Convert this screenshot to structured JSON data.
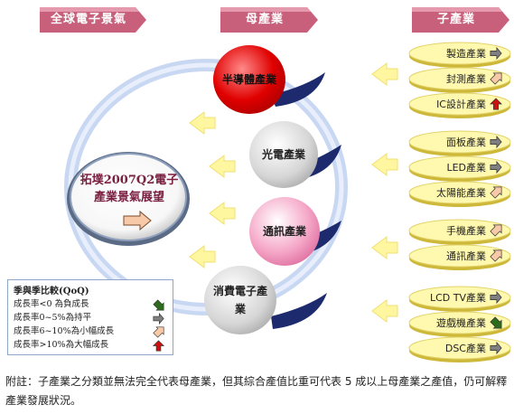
{
  "headers": {
    "global": "全球電子景氣",
    "mother": "母產業",
    "child": "子產業"
  },
  "center": {
    "title_line1": "拓墣2007Q2電子",
    "title_line2": "產業景氣展望"
  },
  "mother_industries": [
    {
      "label": "半導體產業",
      "color": "#cc0000"
    },
    {
      "label": "光電產業",
      "color": "#9a9a9a"
    },
    {
      "label": "通訊產業",
      "color": "#e0508a"
    },
    {
      "label": "消費電子產業",
      "color": "#9a9a9a"
    }
  ],
  "sub_industries": [
    {
      "label": "製造產業",
      "trend": "flat"
    },
    {
      "label": "封測產業",
      "trend": "small-growth"
    },
    {
      "label": "IC設計產業",
      "trend": "large-growth"
    },
    {
      "label": "面板產業",
      "trend": "flat"
    },
    {
      "label": "LED產業",
      "trend": "flat"
    },
    {
      "label": "太陽能產業",
      "trend": "small-growth"
    },
    {
      "label": "手機產業",
      "trend": "small-growth"
    },
    {
      "label": "通訊產業",
      "trend": "small-growth"
    },
    {
      "label": "LCD TV產業",
      "trend": "flat"
    },
    {
      "label": "遊戲機產業",
      "trend": "negative"
    },
    {
      "label": "DSC產業",
      "trend": "flat"
    }
  ],
  "legend": {
    "title": "季與季比較(QoQ)",
    "rows": [
      {
        "label": "成長率<0   為負成長",
        "trend": "negative"
      },
      {
        "label": "成長率0~5%為持平",
        "trend": "flat"
      },
      {
        "label": "成長率6~10%為小幅成長",
        "trend": "small-growth"
      },
      {
        "label": "成長率>10%為大幅成長",
        "trend": "large-growth"
      }
    ]
  },
  "colors": {
    "header_bg": "#c8607c",
    "disc_yellow": "#fff9b0",
    "disc_edge": "#cdb83a",
    "arrow_yellow": "#fff6a0",
    "ring": "#c9d8f2",
    "shadow_navy": "#1d2b6e",
    "flat": "#7f7f7f",
    "small-growth": "#f7c9a8",
    "large-growth": "#cc1111",
    "negative": "#2f6b1f"
  },
  "note": "附註：子產業之分類並無法完全代表母產業，但其綜合產值比重可代表 5 成以上母產業之產值，仍可解釋產業發展狀況。"
}
